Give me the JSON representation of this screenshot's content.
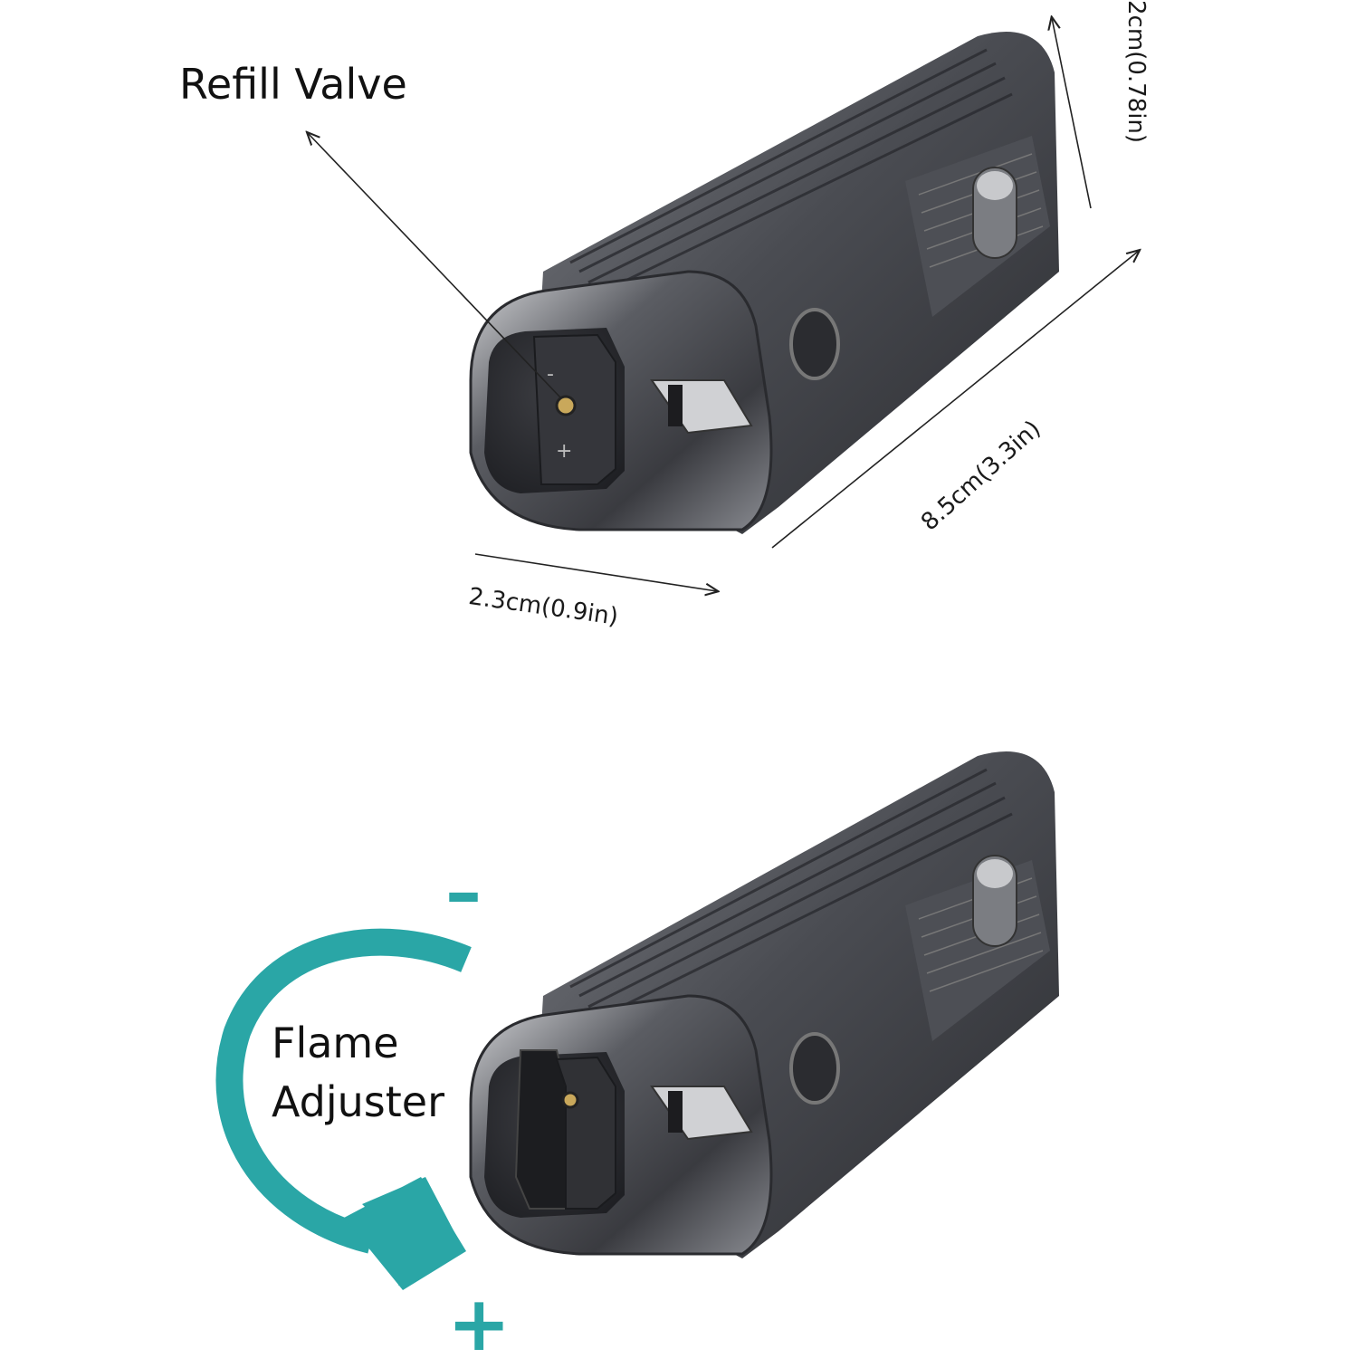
{
  "top_panel": {
    "callout": "Refill Valve",
    "dimensions": {
      "height": "2cm(0.78in)",
      "length": "8.5cm(3.3in)",
      "width": "2.3cm(0.9in)"
    },
    "valve_marks": {
      "minus": "-",
      "plus": "+"
    }
  },
  "bottom_panel": {
    "callout_line1": "Flame",
    "callout_line2": "Adjuster",
    "minus": "–",
    "plus": "+",
    "accent_color": "#2aa6a6"
  },
  "colors": {
    "metal_dark": "#3c3d42",
    "metal_mid": "#6b6d73",
    "metal_light": "#c9cacd",
    "rubber": "#2a2b2f",
    "accent": "#2aa6a6"
  },
  "icons": [
    "lighter-top-view",
    "lighter-bottom-view",
    "curved-arrow-icon"
  ]
}
